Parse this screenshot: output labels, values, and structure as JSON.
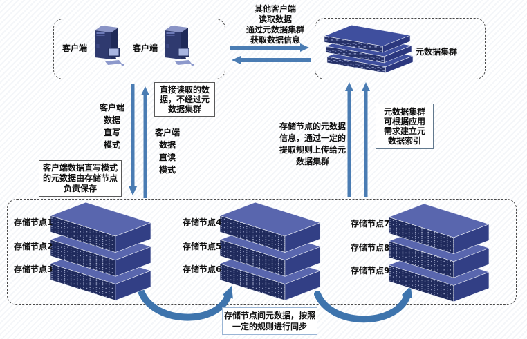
{
  "colors": {
    "arrow_blue": "#4a7cb3",
    "swoosh_blue": "#3e74ad",
    "server_top": "#5966ae",
    "server_front": "#1f2a5c",
    "server_side": "#323f85",
    "metadata_server_top": "#3f4f9e",
    "tower_front": "#2f3a6f"
  },
  "client_cluster": {
    "clients": [
      {
        "label": "客户端"
      },
      {
        "label": "客户端"
      }
    ]
  },
  "metadata_cluster": {
    "label": "元数据集群"
  },
  "notes": {
    "other_clients": "其他客户端\n读取数据\n通过元数据集群\n获取数据信息",
    "write_mode": "客户端\n数据\n直写\n模式",
    "direct_read": "直接读取的数\n据，不经过元\n数据集群",
    "read_mode": "客户端\n数据\n直读\n模式",
    "write_meta": "客户端数据直写模式\n的元数据由存储节点\n负责保存",
    "upload_meta": "存储节点的元数据\n信息，通过一定的\n提取规则上传给元\n数据集群",
    "meta_index": "元数据集群\n可根据应用\n需求建立元\n数据索引",
    "sync": "存储节点间元数据，按照\n一定的规则进行同步"
  },
  "storage": {
    "groups": [
      {
        "labels": [
          "存储节点1",
          "存储节点2",
          "存储节点3"
        ]
      },
      {
        "labels": [
          "存储节点4",
          "存储节点5",
          "存储节点6"
        ]
      },
      {
        "labels": [
          "存储节点7",
          "存储节点8",
          "存储节点9"
        ]
      }
    ]
  }
}
